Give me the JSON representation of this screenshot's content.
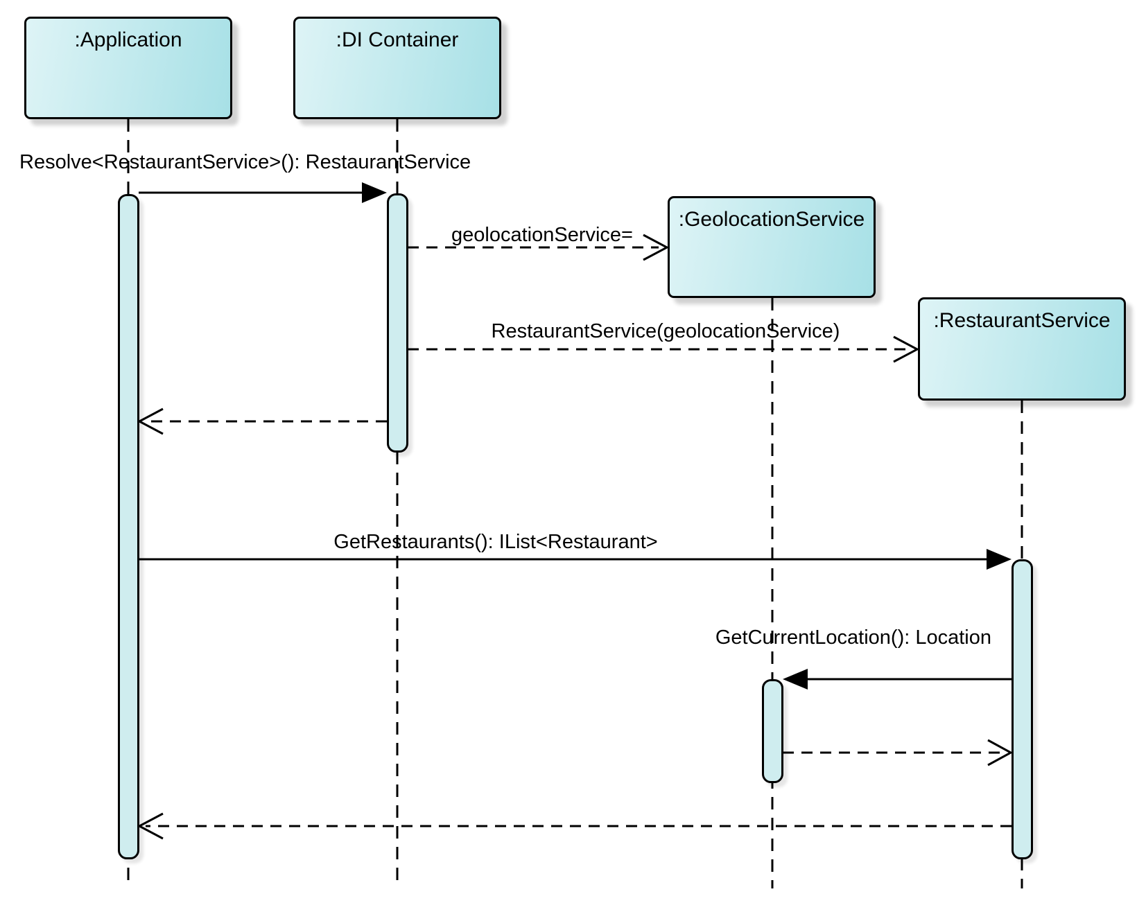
{
  "colors": {
    "background": "#ffffff",
    "box_gradient_start": "#def4f6",
    "box_gradient_end": "#a7e0e6",
    "activation_fill": "#cfedef",
    "line": "#000000"
  },
  "lifelines": [
    {
      "id": "application",
      "label": ":Application"
    },
    {
      "id": "di-container",
      "label": ":DI Container"
    },
    {
      "id": "geolocation-service",
      "label": ":GeolocationService"
    },
    {
      "id": "restaurant-service",
      "label": ":RestaurantService"
    }
  ],
  "messages": [
    {
      "id": "resolve",
      "label": "Resolve<RestaurantService>(): RestaurantService",
      "kind": "synchronous-call",
      "from": "application",
      "to": "di-container"
    },
    {
      "id": "assign-geolocation",
      "label": "geolocationService=",
      "kind": "dashed-call",
      "from": "di-container",
      "to": "geolocation-service"
    },
    {
      "id": "construct-restaurant-service",
      "label": "RestaurantService(geolocationService)",
      "kind": "dashed-call",
      "from": "di-container",
      "to": "restaurant-service"
    },
    {
      "id": "return-resolve",
      "label": "",
      "kind": "return",
      "from": "di-container",
      "to": "application"
    },
    {
      "id": "get-restaurants",
      "label": "GetRestaurants(): IList<Restaurant>",
      "kind": "synchronous-call",
      "from": "application",
      "to": "restaurant-service"
    },
    {
      "id": "get-current-location",
      "label": "GetCurrentLocation(): Location",
      "kind": "synchronous-call",
      "from": "restaurant-service",
      "to": "geolocation-service"
    },
    {
      "id": "return-location",
      "label": "",
      "kind": "return",
      "from": "geolocation-service",
      "to": "restaurant-service"
    },
    {
      "id": "return-restaurants",
      "label": "",
      "kind": "return",
      "from": "restaurant-service",
      "to": "application"
    }
  ]
}
